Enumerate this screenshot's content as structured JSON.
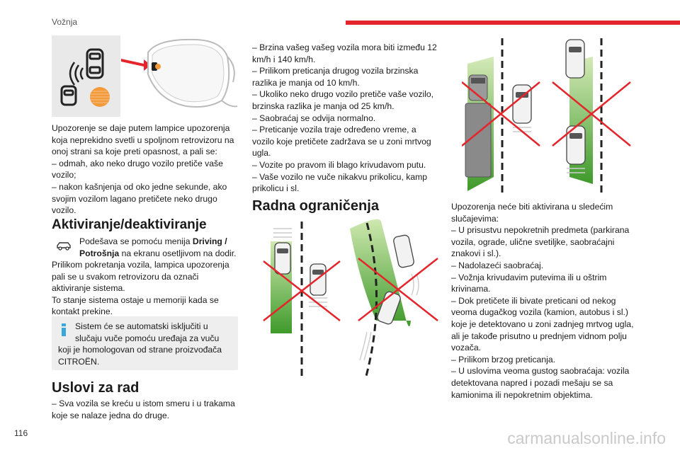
{
  "header": {
    "section": "Vožnja",
    "accent_color": "#e4252b"
  },
  "page_number": "116",
  "watermark": "carmanualsonline.info",
  "col1": {
    "intro": [
      "Upozorenje se daje putem lampice upozorenja",
      "koja neprekidno svetli u spoljnom retrovizoru na",
      "onoj strani sa koje preti opasnost, a pali se:",
      "– odmah, ako neko drugo vozilo pretiče vaše",
      "vozilo;",
      "– nakon kašnjenja od oko jedne sekunde, ako",
      "svojim vozilom lagano pretičete neko drugo",
      "vozilo."
    ],
    "heading_activation": "Aktiviranje/deaktiviranje",
    "menu_line1_pre": "Podešava se pomoću menija ",
    "menu_line1_bold": "Driving /",
    "menu_line2_bold": "Potrošnja",
    "menu_line2_post": " na ekranu osetljivom na dodir.",
    "activation_text": [
      "Prilikom pokretanja vozila, lampica upozorenja",
      "pali se u svakom retrovizoru da označi",
      "aktiviranje sistema.",
      "To stanje sistema ostaje u memoriji kada se",
      "kontakt prekine."
    ],
    "info_lines": [
      "Sistem će se automatski isključiti u",
      "slučaju vuče pomoću uređaja za vuču",
      "koji je homologovan od strane proizvođača",
      "CITROËN."
    ],
    "heading_conditions": "Uslovi za rad",
    "conditions_text": [
      "– Sva vozila se kreću u istom smeru i u trakama",
      "koje se nalaze jedna do druge."
    ]
  },
  "col2": {
    "lines": [
      "– Brzina vašeg vašeg vozila mora biti između 12",
      "km/h i 140 km/h.",
      "– Prilikom preticanja drugog vozila brzinska",
      "razlika je manja od 10 km/h.",
      "– Ukoliko neko drugo vozilo pretiče vaše vozilo,",
      "brzinska razlika je manja od 25 km/h.",
      "– Saobraćaj se odvija normalno.",
      "– Preticanje vozila traje određeno vreme, a",
      "vozilo koje pretičete zadržava se u zoni mrtvog",
      "ugla.",
      "– Vozite po pravom ili blago krivudavom putu.",
      "– Vaše vozilo ne vuče nikakvu prikolicu, kamp",
      "prikolicu i sl."
    ],
    "heading_limits": "Radna ograničenja"
  },
  "col3": {
    "lines": [
      "Upozorenja neće biti aktivirana u sledećim",
      "slučajevima:",
      "– U prisustvu nepokretnih predmeta (parkirana",
      "vozila, ograde, ulične svetiljke, saobraćajni",
      "znakovi i sl.).",
      "– Nadolazeći saobraćaj.",
      "– Vožnja krivudavim putevima ili u oštrim",
      "krivinama.",
      "– Dok pretičete ili bivate preticani od nekog",
      "veoma dugačkog vozila (kamion, autobus i sl.)",
      "koje je detektovano u zoni zadnjeg mrtvog ugla,",
      "ali je takođe prisutno u prednjem vidnom polju",
      "vozača.",
      "– Prilikom brzog preticanja.",
      "– U uslovima veoma gustog saobraćaja: vozila",
      "detektovana napred i pozadi mešaju se sa",
      "kamionima ili nepokretnim objektima."
    ]
  },
  "icons": [
    "car-menu-icon",
    "info-icon",
    "mirror-warning-illustration",
    "blind-spot-curve-illustration",
    "blind-spot-truck-illustration"
  ]
}
